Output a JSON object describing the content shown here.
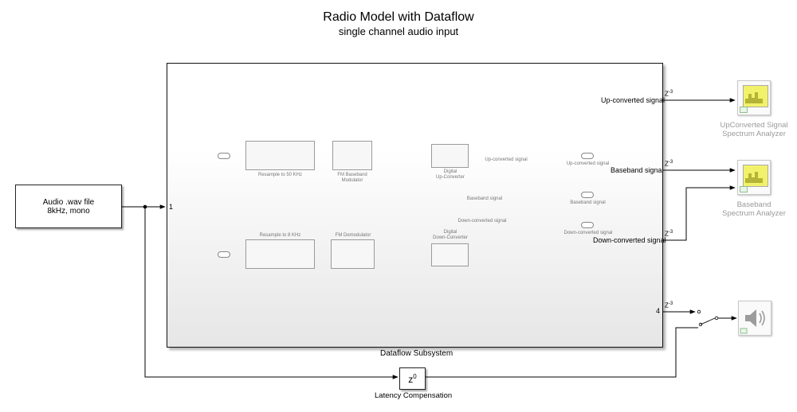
{
  "title": "Radio Model with Dataflow",
  "subtitle": "single channel audio input",
  "audio_source": {
    "line1": "Audio .wav file",
    "line2": "8kHz, mono"
  },
  "subsystem": {
    "label": "Dataflow Subsystem",
    "input_port": "1",
    "output_port_4": "4",
    "blocks": {
      "resample_50": "Resample to 50 KHz",
      "fm_mod_1": "FM Baseband",
      "fm_mod_2": "Modulator",
      "duc_1": "Digital",
      "duc_2": "Up-Converter",
      "ddc_1": "Digital",
      "ddc_2": "Down-Converter",
      "fm_demod": "FM Demodulator",
      "resample_8": "Resample to 8 KHz"
    },
    "inner_signals": {
      "up_converted": "Up-converted signal",
      "baseband": "Baseband signal",
      "down_converted": "Down-converted signal"
    },
    "inner_ports": {
      "up_converted": "Up-converted signal",
      "baseband": "Baseband signal",
      "down_converted": "Down-converted signal"
    }
  },
  "outputs": {
    "up_converted": "Up-converted signal",
    "baseband": "Baseband signal",
    "down_converted": "Down-converted signal"
  },
  "delay": {
    "base": "Z",
    "exp": "-3"
  },
  "analyzers": {
    "upconverted_1": "UpConverted Signal",
    "upconverted_2": "Spectrum Analyzer",
    "baseband_1": "Baseband",
    "baseband_2": "Spectrum Analyzer"
  },
  "latency": {
    "block_base": "z",
    "block_exp": "0",
    "label": "Latency Compensation"
  },
  "colors": {
    "scope_screen": "#f2f26a",
    "inner_text": "#777777",
    "analyzer_label": "#9a9a9a"
  }
}
